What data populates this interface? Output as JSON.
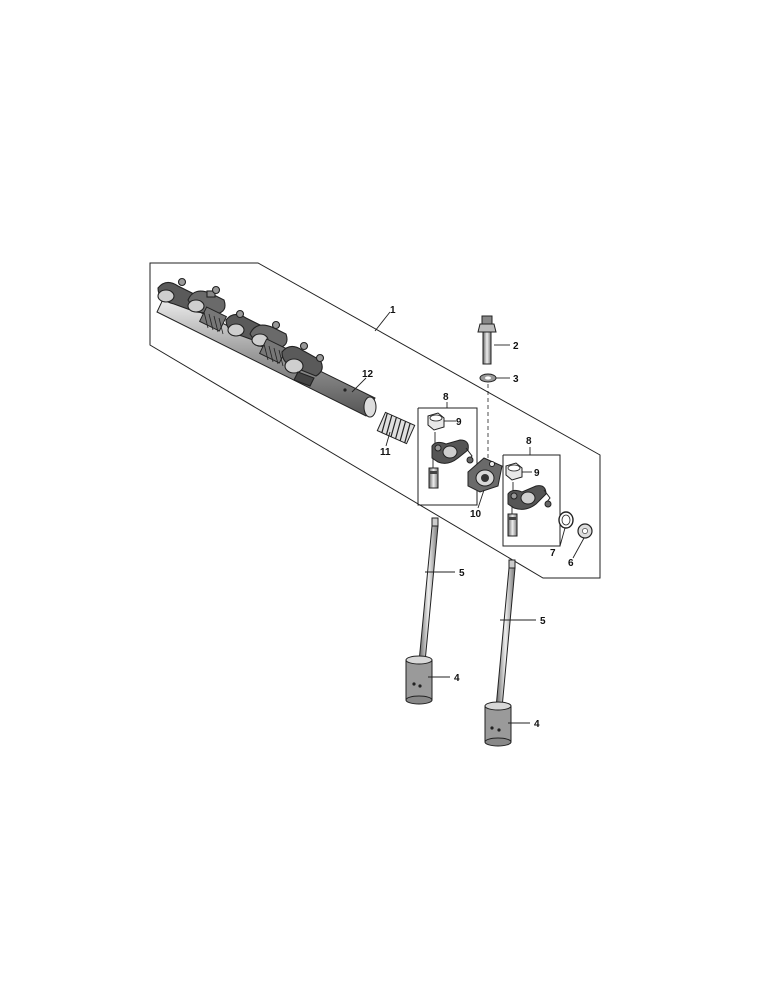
{
  "diagram": {
    "callouts": {
      "c1": "1",
      "c2": "2",
      "c3": "3",
      "c4a": "4",
      "c4b": "4",
      "c5a": "5",
      "c5b": "5",
      "c6": "6",
      "c7": "7",
      "c8a": "8",
      "c8b": "8",
      "c9a": "9",
      "c9b": "9",
      "c10": "10",
      "c11": "11",
      "c12": "12"
    }
  },
  "colors": {
    "line": "#222222",
    "fill_light": "#d9d9d9",
    "fill_dark": "#4a4a4a",
    "background": "#ffffff"
  }
}
